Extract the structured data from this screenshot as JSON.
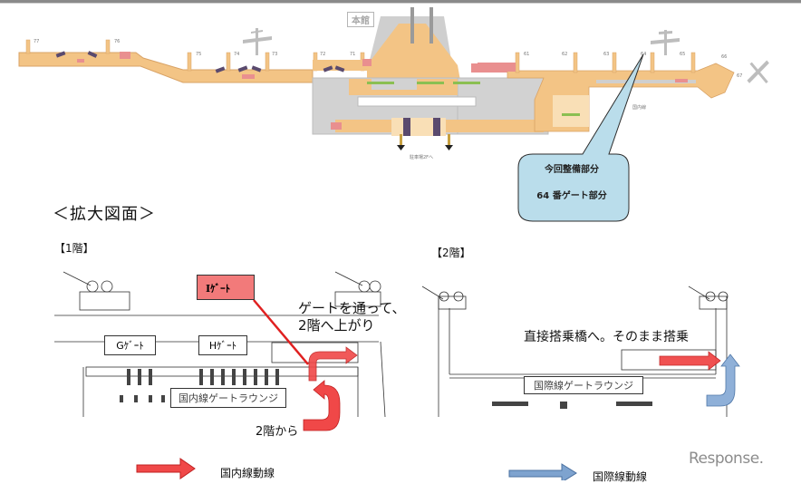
{
  "map": {
    "main_building_label": "本館",
    "gates_west": [
      "77",
      "76",
      "75",
      "74",
      "73",
      "72",
      "71"
    ],
    "gates_east": [
      "61",
      "62",
      "63",
      "64",
      "65",
      "66",
      "67"
    ],
    "domestic_label": "国内線",
    "parking_label": "駐車場2Fへ"
  },
  "callout": {
    "line1": "今回整備部分",
    "line2": "64 番ゲート部分"
  },
  "section_title": "＜拡大図面＞",
  "floor1": {
    "label": "【1階】",
    "g_gate": "Gｹﾞｰﾄ",
    "h_gate": "Hｹﾞｰﾄ",
    "i_gate": "Iｹﾞｰﾄ",
    "lounge": "国内線ゲートラウンジ",
    "note_line1": "ゲートを通って、",
    "note_line2": "2階へ上がり",
    "from_2f": "2階から"
  },
  "floor2": {
    "label": "【2階】",
    "lounge": "国際線ゲートラウンジ",
    "note": "直接搭乗橋へ。そのまま搭乗"
  },
  "legend": {
    "domestic": "国内線動線",
    "international": "国際線動線",
    "domestic_color": "#f04848",
    "international_color": "#7ea3cf"
  },
  "watermark": "Response."
}
